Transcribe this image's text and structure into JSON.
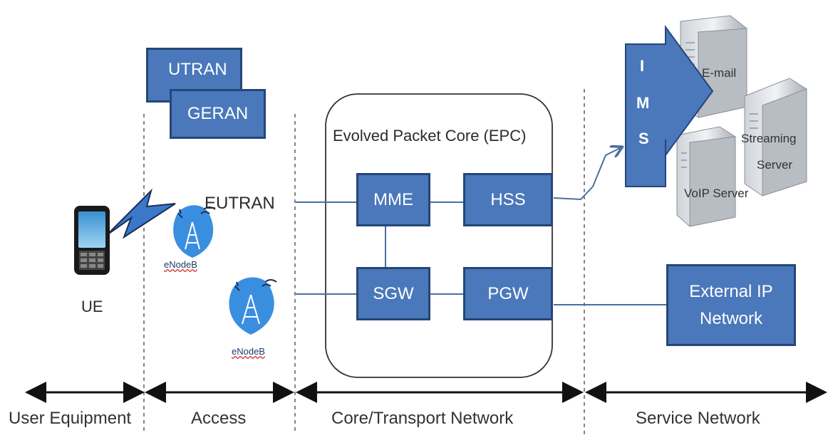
{
  "access": {
    "utran": "UTRAN",
    "geran": "GERAN",
    "eutran": "EUTRAN"
  },
  "ue": {
    "label": "UE"
  },
  "enodeb": {
    "top_label": "eNodeB",
    "bottom_label": "eNodeB"
  },
  "epc": {
    "title": "Evolved Packet Core (EPC)",
    "mme": "MME",
    "hss": "HSS",
    "sgw": "SGW",
    "pgw": "PGW"
  },
  "ims": {
    "letter_i": "I",
    "letter_m": "M",
    "letter_s": "S"
  },
  "servers": {
    "email": "E-mail",
    "streaming_line1": "Streaming",
    "streaming_line2": "Server",
    "voip": "VoIP Server"
  },
  "external": {
    "line1": "External IP",
    "line2": "Network"
  },
  "sections": {
    "user_equipment": "User Equipment",
    "access": "Access",
    "core": "Core/Transport Network",
    "service": "Service Network"
  },
  "colors": {
    "box_fill": "#4a78ba",
    "box_border": "#24467a",
    "line": "#4a6f9f"
  }
}
